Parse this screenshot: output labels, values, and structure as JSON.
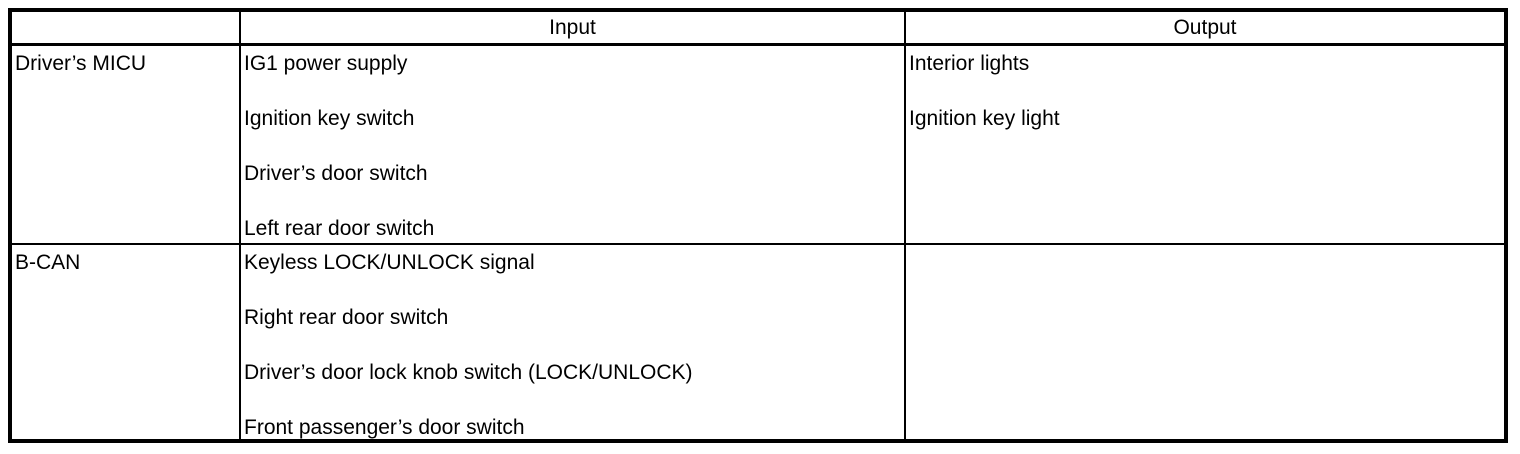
{
  "page": {
    "background": "#ffffff",
    "text_color": "#000000",
    "table_border_color": "#000000"
  },
  "table": {
    "headers": {
      "corner": "",
      "input": "Input",
      "output": "Output"
    },
    "rows": [
      {
        "source": "Driver’s MICU",
        "inputs": [
          "IG1 power supply",
          "Ignition key switch",
          "Driver’s door switch",
          "Left rear door switch"
        ],
        "outputs": [
          "Interior lights",
          "Ignition key light"
        ]
      },
      {
        "source": "B-CAN",
        "inputs": [
          "Keyless LOCK/UNLOCK signal",
          "Right rear door switch",
          "Driver’s door lock knob switch (LOCK/UNLOCK)",
          "Front passenger’s door switch"
        ],
        "outputs": []
      }
    ]
  }
}
